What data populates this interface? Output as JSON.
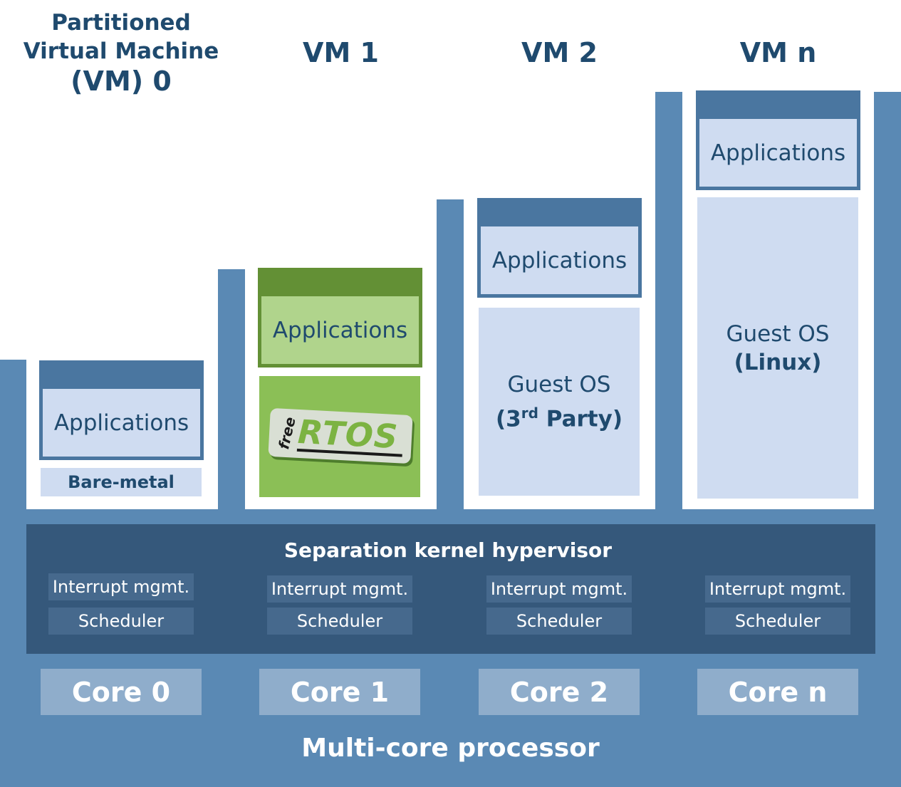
{
  "vms": [
    {
      "title_lines": [
        "Partitioned",
        "Virtual Machine",
        "(VM) 0"
      ],
      "app_label": "Applications",
      "os_label": "Bare-metal"
    },
    {
      "title": "VM 1",
      "app_label": "Applications",
      "os_logo": {
        "word1": "free",
        "word2": "RTOS"
      }
    },
    {
      "title": "VM 2",
      "app_label": "Applications",
      "os_line1": "Guest OS",
      "os_line2_pre": "(3",
      "os_line2_sup": "rd",
      "os_line2_post": " Party)"
    },
    {
      "title": "VM n",
      "app_label": "Applications",
      "os_line1": "Guest OS",
      "os_line2": "(Linux)"
    }
  ],
  "hypervisor": {
    "title": "Separation kernel hypervisor",
    "interrupt_label": "Interrupt mgmt.",
    "scheduler_label": "Scheduler"
  },
  "cores": [
    "Core 0",
    "Core 1",
    "Core 2",
    "Core n"
  ],
  "processor_label": "Multi-core processor",
  "colors": {
    "processor_blue": "#5a89b4",
    "hypervisor_navy": "#35587b",
    "app_light": "#cfdcf1",
    "rtos_green": "#8bbf56",
    "title_navy": "#1f4a6e"
  }
}
